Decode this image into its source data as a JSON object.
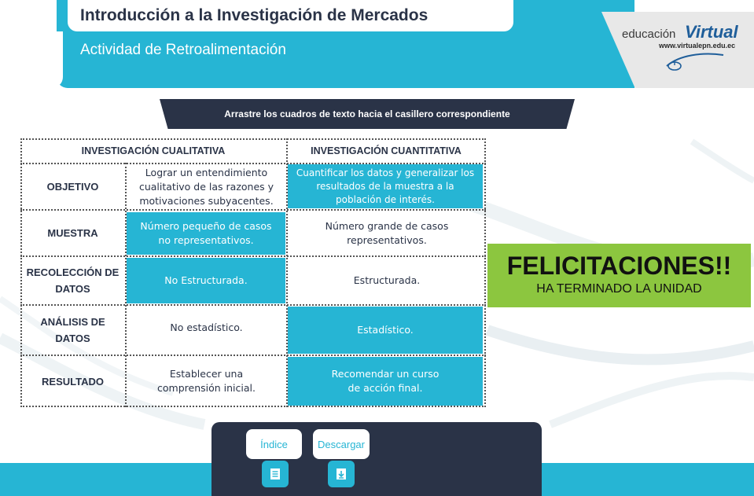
{
  "header": {
    "title": "Introducción a la Investigación de Mercados",
    "subtitle": "Actividad de Retroalimentación"
  },
  "logo": {
    "brand_prefix": "educación",
    "brand_suffix": "Virtual",
    "url": "www.virtualepn.edu.ec",
    "icon": "mouse-logo-icon"
  },
  "instruction": "Arrastre los cuadros de texto hacia el casillero correspondiente",
  "table": {
    "headers": [
      "INVESTIGACIÓN CUALITATIVA",
      "INVESTIGACIÓN CUANTITATIVA"
    ],
    "rows": [
      {
        "label": "OBJETIVO",
        "cualitativa": "Lograr un entendimiento cualitativo de las razones y motivaciones subyacentes.",
        "cuantitativa": "Cuantificar los datos y generalizar los resultados de la muestra a la población de interés."
      },
      {
        "label": "MUESTRA",
        "cualitativa": "Número pequeño de casos no representativos.",
        "cuantitativa": "Número grande de casos representativos."
      },
      {
        "label": "RECOLECCIÓN DE DATOS",
        "cualitativa": "No Estructurada.",
        "cuantitativa": "Estructurada."
      },
      {
        "label": "ANÁLISIS DE DATOS",
        "cualitativa": "No estadístico.",
        "cuantitativa": "Estadístico."
      },
      {
        "label": "RESULTADO",
        "cualitativa": "Establecer una comprensión inicial.",
        "cuantitativa": "Recomendar un curso de acción final."
      }
    ]
  },
  "feedback": {
    "title": "FELICITACIONES!!",
    "subtitle": "HA TERMINADO LA UNIDAD",
    "color": "#8cc63f"
  },
  "footer": {
    "buttons": [
      {
        "label": "Índice",
        "icon": "document-icon"
      },
      {
        "label": "Descargar",
        "icon": "download-icon"
      }
    ]
  },
  "colors": {
    "accent": "#26b5d4",
    "dark": "#2a3347"
  }
}
